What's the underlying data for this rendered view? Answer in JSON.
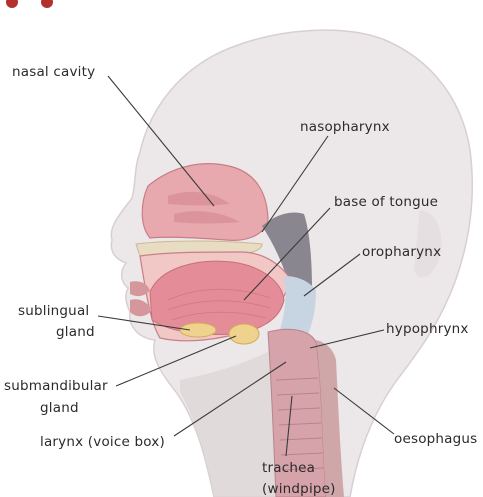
{
  "labels": {
    "nasal_cavity": "nasal cavity",
    "nasopharynx": "nasopharynx",
    "base_of_tongue": "base of tongue",
    "oropharynx": "oropharynx",
    "hypophrynx": "hypophrynx",
    "sublingual_1": "sublingual",
    "sublingual_2": "gland",
    "submandibular_1": "submandibular",
    "submandibular_2": "gland",
    "larynx": "larynx (voice box)",
    "oesophagus": "oesophagus",
    "trachea_1": "trachea",
    "trachea_2": "(windpipe)"
  },
  "colors": {
    "skin": "#ece7e8",
    "skin_shadow": "#ddd4d6",
    "tissue": "#e7a9ae",
    "tissue_dark": "#c97e86",
    "tongue": "#e48c97",
    "airway": "#c7d5e2",
    "gland": "#efd28d",
    "pharynx_wall": "#7e7b83",
    "palate": "#e8dcc3",
    "text": "#2b2b2b"
  }
}
